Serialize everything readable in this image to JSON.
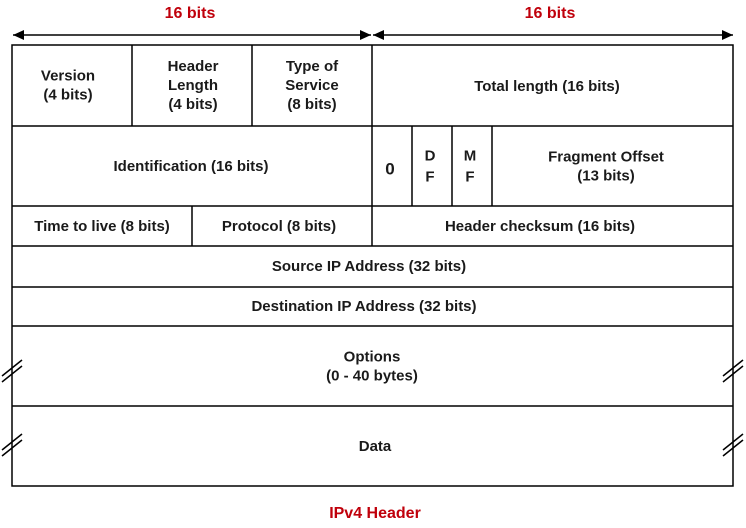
{
  "top_labels": {
    "left": "16 bits",
    "right": "16 bits"
  },
  "caption": "IPv4 Header",
  "fields": {
    "version": [
      "Version",
      "(4 bits)"
    ],
    "header_length": [
      "Header",
      "Length",
      "(4 bits)"
    ],
    "type_of_service": [
      "Type of",
      "Service",
      "(8 bits)"
    ],
    "total_length": [
      "Total length (16 bits)"
    ],
    "identification": [
      "Identification (16 bits)"
    ],
    "zero": [
      "0"
    ],
    "df": [
      "D",
      "F"
    ],
    "mf": [
      "M",
      "F"
    ],
    "fragment_offset": [
      "Fragment Offset",
      "(13 bits)"
    ],
    "ttl": [
      "Time to live (8 bits)"
    ],
    "protocol": [
      "Protocol (8 bits)"
    ],
    "checksum": [
      "Header checksum (16 bits)"
    ],
    "source_ip": [
      "Source IP Address (32 bits)"
    ],
    "dest_ip": [
      "Destination IP Address (32 bits)"
    ],
    "options": [
      "Options",
      "(0 - 40 bytes)"
    ],
    "data": [
      "Data"
    ]
  }
}
